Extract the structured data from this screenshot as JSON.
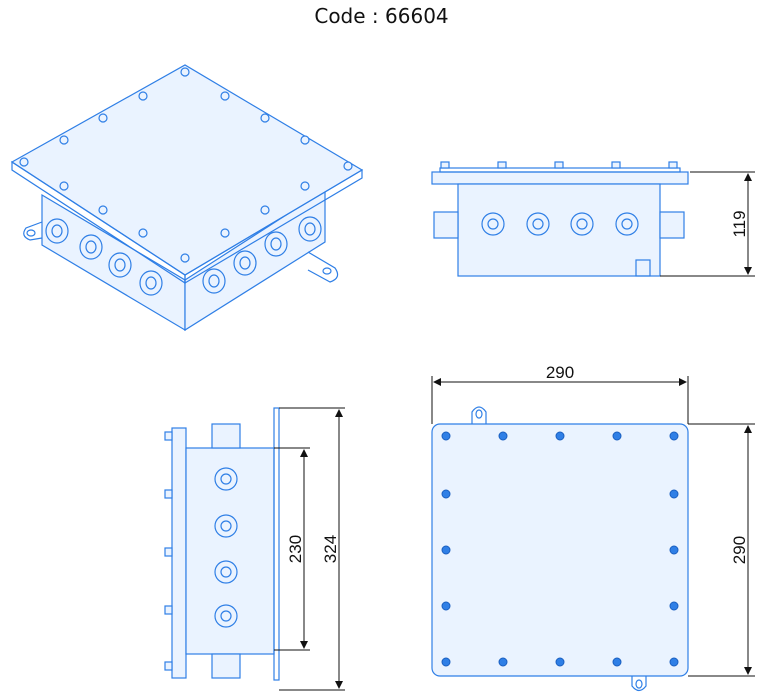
{
  "title": "Code : 66604",
  "dimensions": {
    "front_height": "119",
    "top_width": "290",
    "top_height": "290",
    "side_inner": "230",
    "side_outer": "324"
  },
  "colors": {
    "line": "#2f7fe6",
    "dimension": "#111111"
  }
}
